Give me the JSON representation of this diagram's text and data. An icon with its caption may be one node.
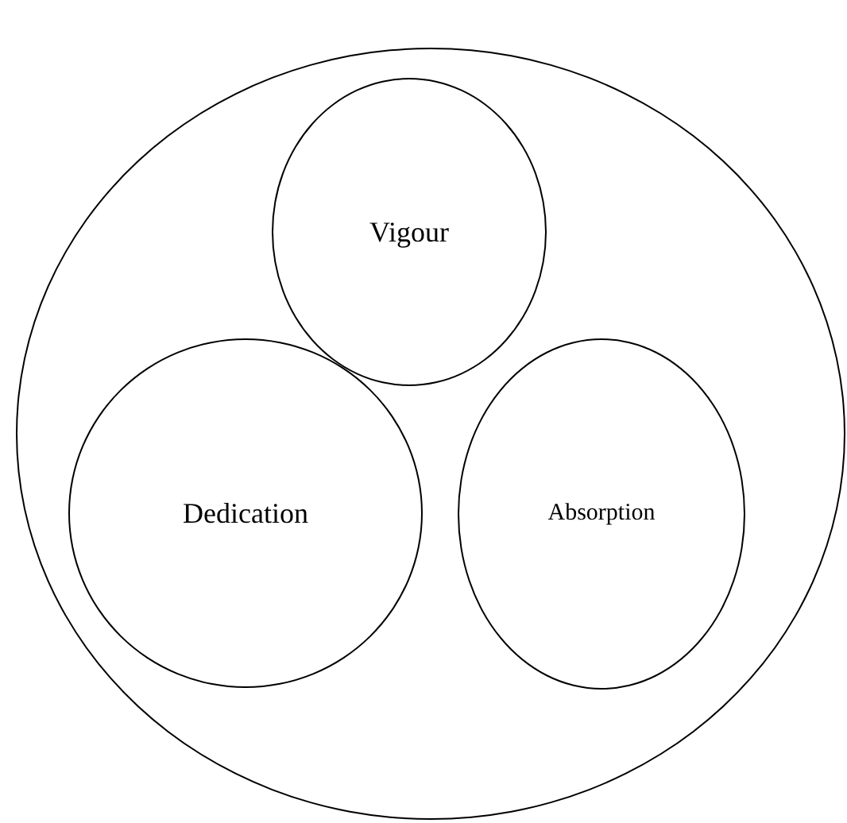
{
  "diagram": {
    "nodes": [
      {
        "text": [],
        "shape": "circle"
      },
      {
        "text": [
          "Vigour"
        ],
        "in": 0
      },
      {
        "text": [
          "Dedication"
        ],
        "in": 0
      },
      {
        "text": [
          "Absorption"
        ],
        "in": 0
      }
    ]
  }
}
